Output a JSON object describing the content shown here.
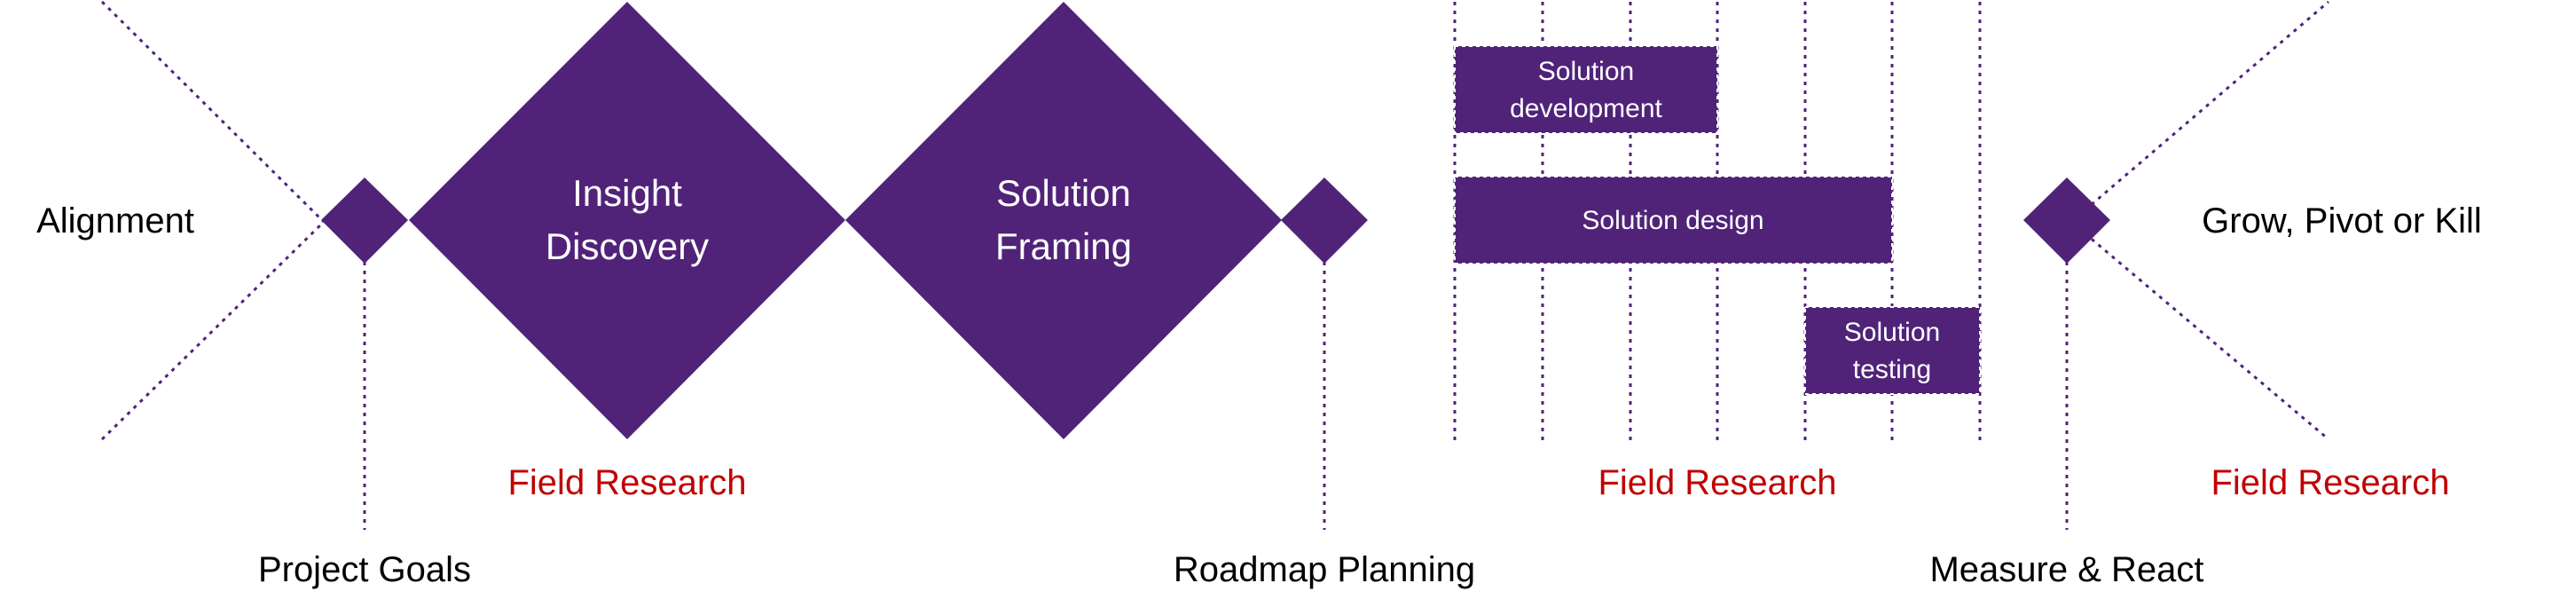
{
  "colors": {
    "purple": "#502379",
    "line": "#502379",
    "red": "#c00000",
    "text": "#000000",
    "white": "#ffffff"
  },
  "side_labels": {
    "left": "Alignment",
    "right": "Grow, Pivot or Kill"
  },
  "diamonds": {
    "insight_line1": "Insight",
    "insight_line2": "Discovery",
    "framing_line1": "Solution",
    "framing_line2": "Framing"
  },
  "bars": {
    "development_line1": "Solution",
    "development_line2": "development",
    "design": "Solution design",
    "testing_line1": "Solution",
    "testing_line2": "testing"
  },
  "field_research": {
    "label": "Field Research"
  },
  "milestones": {
    "project_goals": "Project Goals",
    "roadmap_planning": "Roadmap Planning",
    "measure_react": "Measure & React"
  }
}
